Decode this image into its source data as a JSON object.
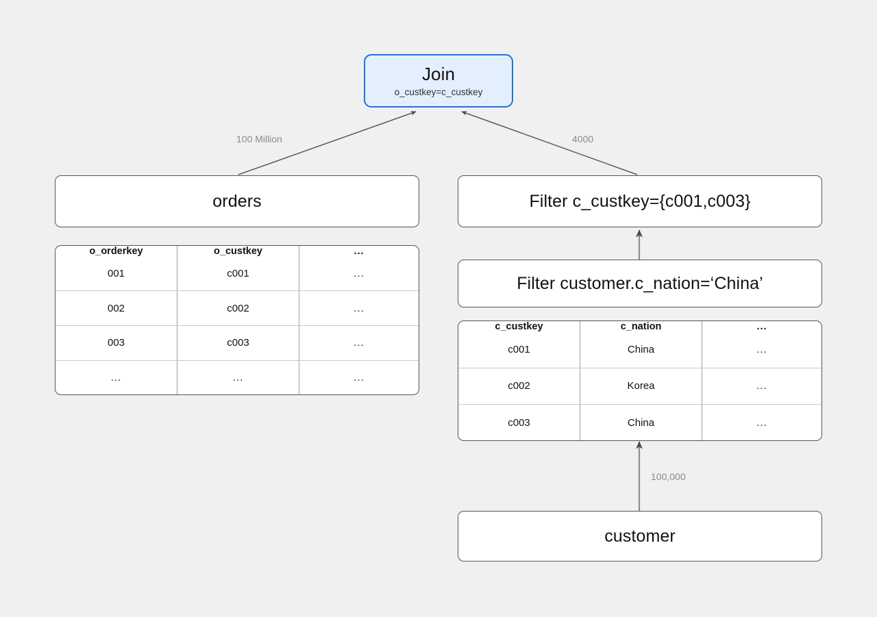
{
  "diagram": {
    "background_color": "#f0f0f1",
    "accent_color": "#1a73e8",
    "accent_fill": "#e3effd",
    "node_border_color": "#555555",
    "edge_color": "#555555",
    "edge_label_color": "#8a8a8a"
  },
  "nodes": {
    "join": {
      "title": "Join",
      "subtitle": "o_custkey=c_custkey"
    },
    "orders": {
      "title": "orders"
    },
    "filter_custkey": {
      "title": "Filter c_custkey={c001,c003}"
    },
    "filter_nation": {
      "title": "Filter customer.c_nation=‘China’"
    },
    "customer": {
      "title": "customer"
    }
  },
  "edges": [
    {
      "name": "orders-to-join",
      "label": "100 Million"
    },
    {
      "name": "filter-to-join",
      "label": "4000"
    },
    {
      "name": "filter-nation-to-filter-custkey",
      "label": ""
    },
    {
      "name": "customer-to-filter-nation",
      "label": "100,000"
    }
  ],
  "tables": {
    "orders": {
      "columns": [
        "o_orderkey",
        "o_custkey",
        "..."
      ],
      "rows": [
        [
          "001",
          "c001",
          "..."
        ],
        [
          "002",
          "c002",
          "..."
        ],
        [
          "003",
          "c003",
          "..."
        ],
        [
          "...",
          "...",
          "..."
        ]
      ]
    },
    "customer": {
      "columns": [
        "c_custkey",
        "c_nation",
        "..."
      ],
      "rows": [
        [
          "c001",
          "China",
          "..."
        ],
        [
          "c002",
          "Korea",
          "..."
        ],
        [
          "c003",
          "China",
          "..."
        ]
      ]
    }
  }
}
